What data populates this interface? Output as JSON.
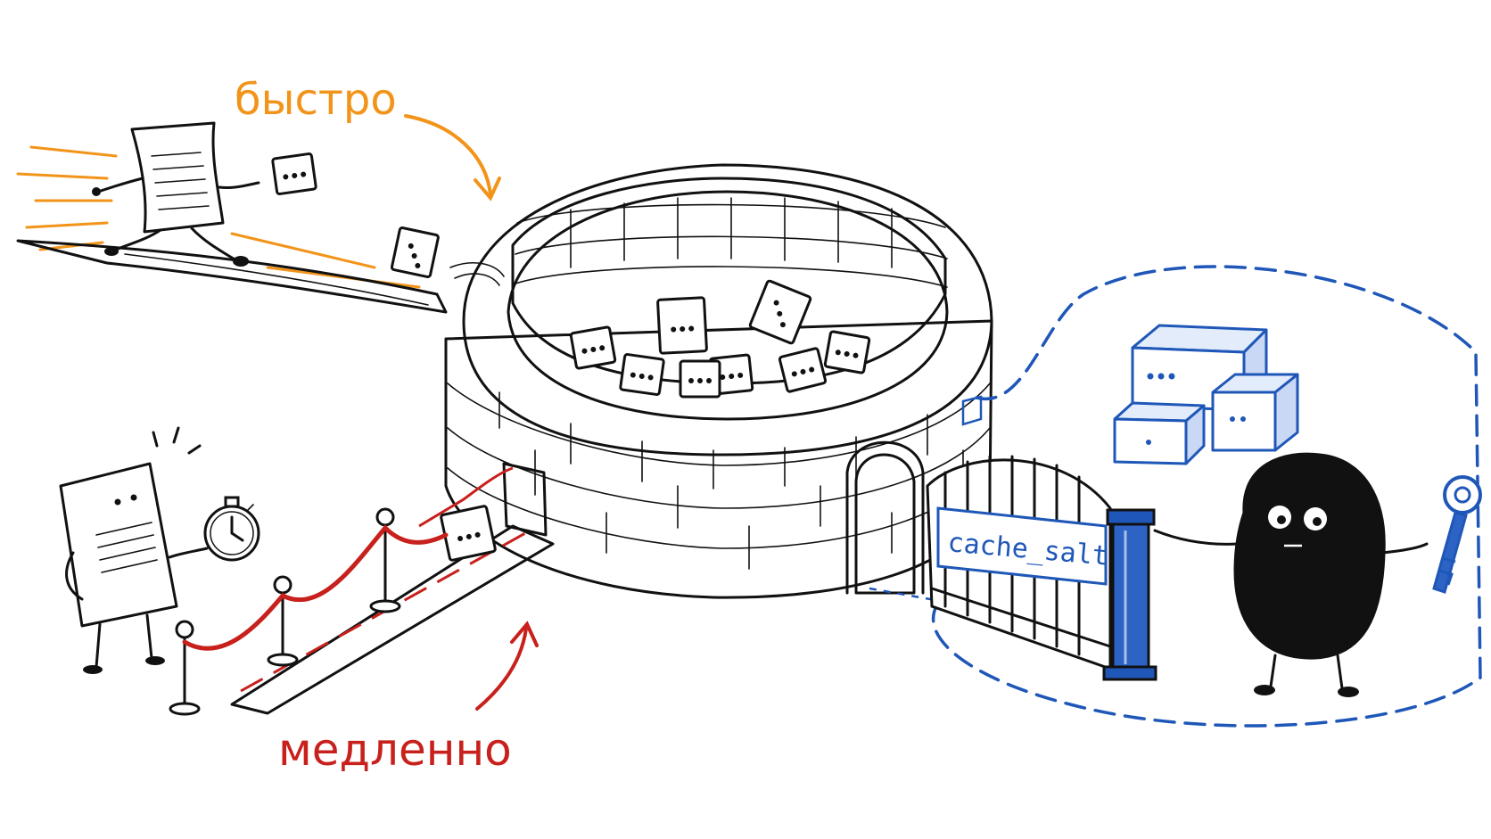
{
  "labels": {
    "fast": "быстро",
    "slow": "медленно",
    "gate_sign": "cache_salt",
    "token_dots": "•••"
  },
  "colors": {
    "fast": "#f29419",
    "slow": "#c8201c",
    "private": "#1f57b8",
    "ink": "#111111"
  },
  "icons": {
    "fast_runner": "running-document-icon",
    "slow_waiter": "waiting-document-icon",
    "timer": "stopwatch-icon",
    "key": "key-icon",
    "owner": "blob-character-icon"
  }
}
